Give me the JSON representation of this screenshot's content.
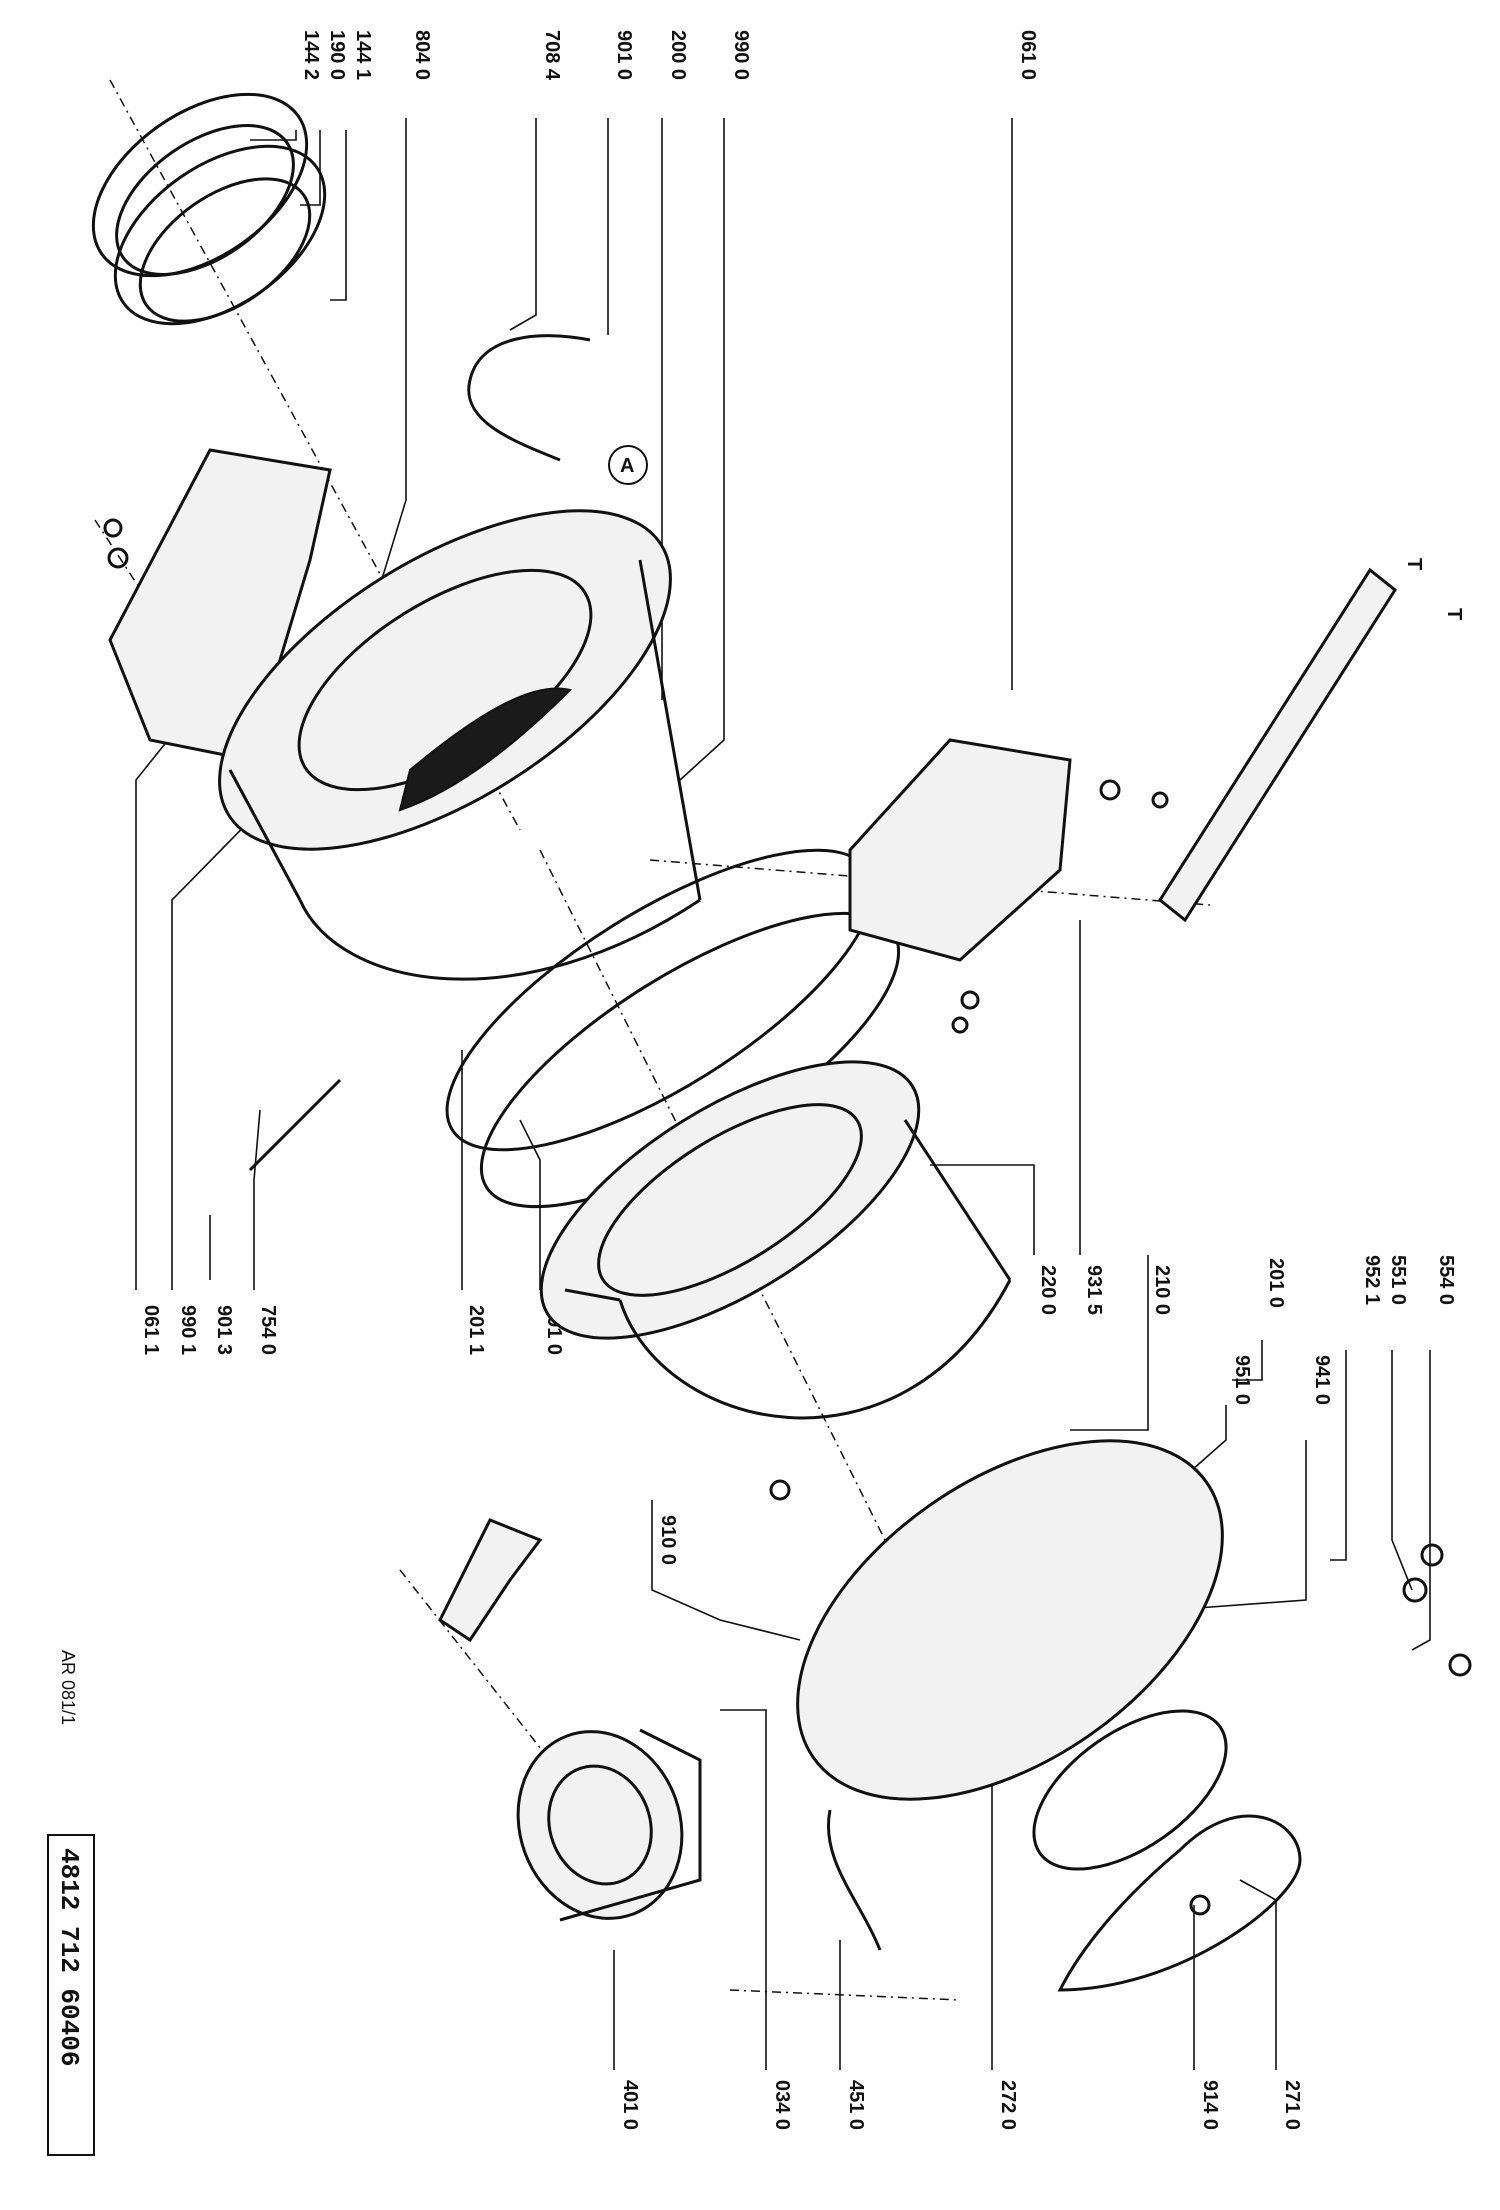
{
  "doc_ref": "AR 081/1",
  "part_number": "4812 712 60406",
  "marker_a": "A",
  "marker_t1": "T",
  "marker_t2": "T",
  "top_labels": [
    "804 0",
    "708 4",
    "901 0",
    "200 0",
    "990 0",
    "061 0"
  ],
  "top_stack_labels": [
    "144 2",
    "190 0",
    "144 1"
  ],
  "right_labels": [
    "554 0",
    "551 0",
    "952 1",
    "201 0",
    "941 0",
    "951 0"
  ],
  "left_labels": [
    "061 1",
    "990 1",
    "901 3",
    "754 0",
    "201 1",
    "291 0",
    "220 0",
    "931 5",
    "210 0",
    "910 0"
  ],
  "bottom_labels": [
    "401 0",
    "034 0",
    "451 0",
    "272 0",
    "914 0",
    "271 0"
  ]
}
